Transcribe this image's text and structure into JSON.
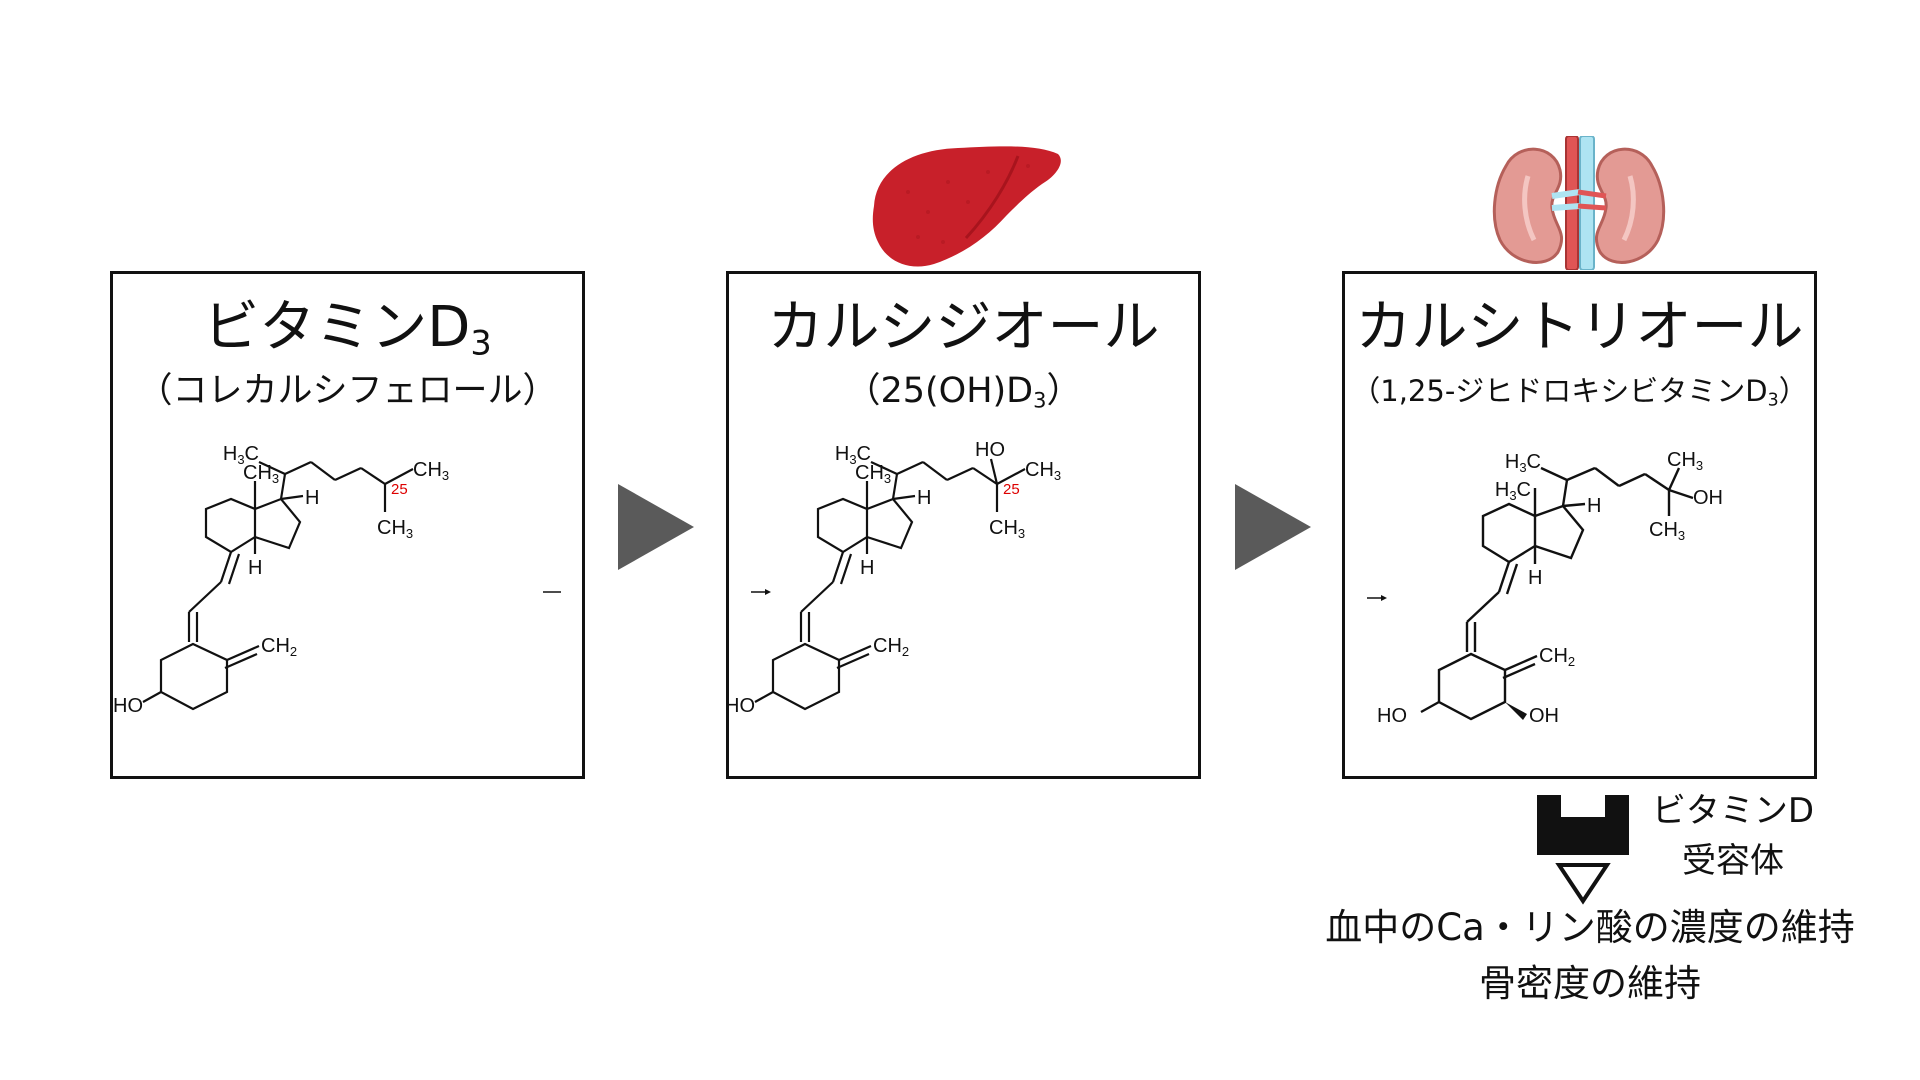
{
  "panels": [
    {
      "title": "ビタミンD",
      "title_sub": "3",
      "subtitle": "（コレカルシフェロール）",
      "subtitle_sub": ""
    },
    {
      "title": "カルシジオール",
      "title_sub": "",
      "subtitle": "（25(OH)D",
      "subtitle_sub": "3",
      "subtitle_end": "）"
    },
    {
      "title": "カルシトリオール",
      "title_sub": "",
      "subtitle": "（1,25-ジヒドロキシビタミンD",
      "subtitle_sub": "3",
      "subtitle_end": "）"
    }
  ],
  "molecule_labels": {
    "h3c": "H",
    "h3c_sub": "3",
    "h3c_c": "C",
    "ch3": "CH",
    "ch3_sub": "3",
    "ch3_a": "CH",
    "ch3_a_sub": "3",
    "h": "H",
    "ch2": "CH",
    "ch2_sub": "2",
    "ho": "HO",
    "oh": "OH",
    "position_25": "25"
  },
  "organs": [
    "liver-icon",
    "kidney-icon"
  ],
  "receptor": {
    "line1": "ビタミンD",
    "line2": "受容体"
  },
  "effects": {
    "line1": "血中のCa・リン酸の濃度の維持",
    "line2": "骨密度の維持"
  },
  "colors": {
    "liver": "#c8202a",
    "kidney": "#e39a94",
    "vessel": "#aee4f2",
    "artery": "#e05555",
    "arrow": "#5a5a5a",
    "highlight": "#dd0000"
  }
}
